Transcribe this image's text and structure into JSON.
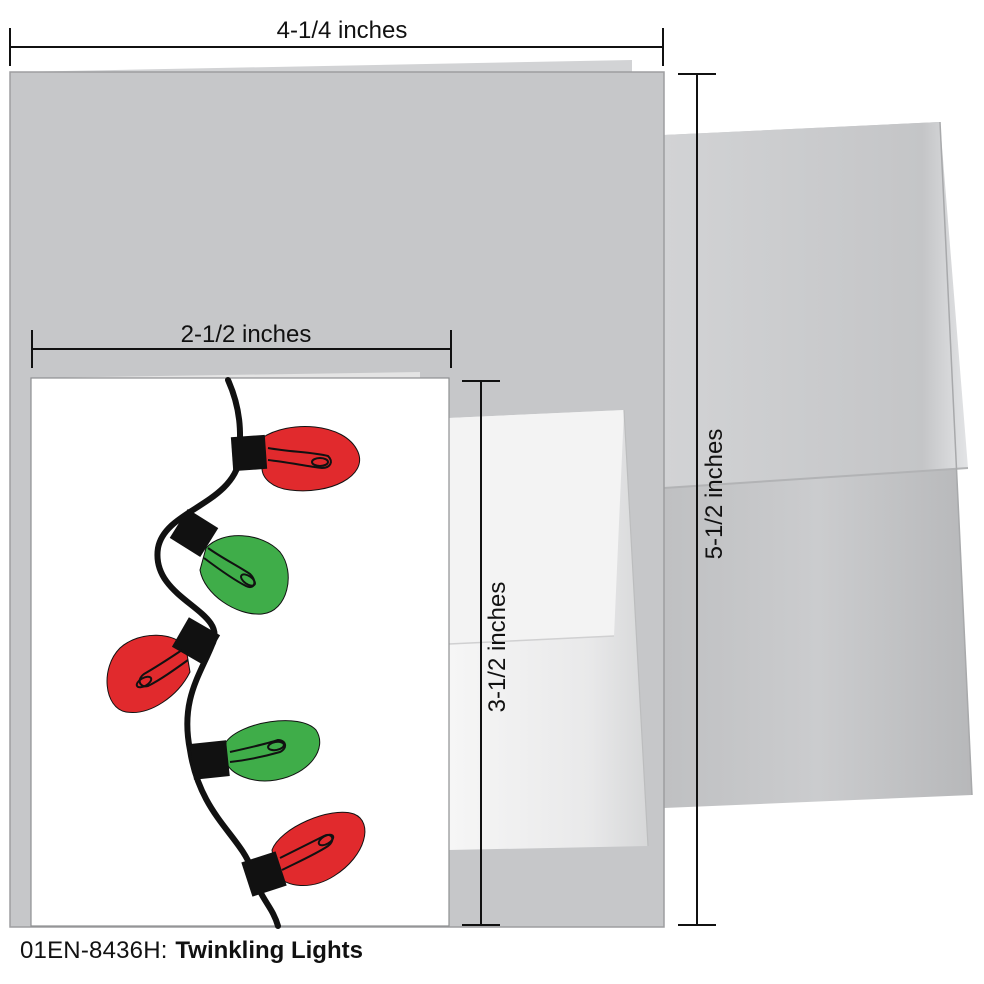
{
  "dimensions": {
    "large_width": "4-1/4 inches",
    "large_height": "5-1/2 inches",
    "small_width": "2-1/2 inches",
    "small_height": "3-1/2 inches"
  },
  "product": {
    "code": "01EN-8436H",
    "separator": ":",
    "name": "Twinkling Lights"
  },
  "colors": {
    "card_gray": "#c6c7c9",
    "envelope_gray": "#c9cacc",
    "bulb_red": "#e12a2d",
    "bulb_green": "#3fad49",
    "socket_black": "#111111"
  },
  "illustration": {
    "bulbs": [
      {
        "color": "red"
      },
      {
        "color": "green"
      },
      {
        "color": "red"
      },
      {
        "color": "green"
      },
      {
        "color": "red"
      }
    ]
  }
}
